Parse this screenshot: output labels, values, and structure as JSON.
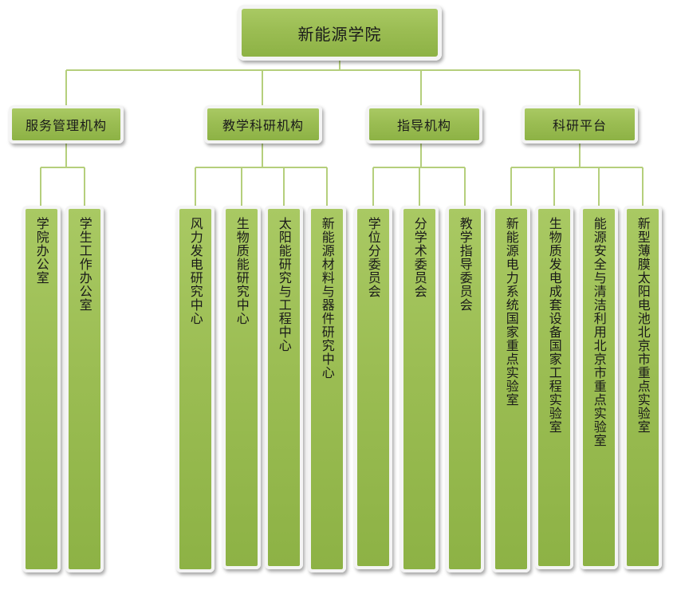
{
  "root": {
    "title": "新能源学院"
  },
  "categories": [
    {
      "label": "服务管理机构",
      "children": [
        "学院办公室",
        "学生工作办公室"
      ]
    },
    {
      "label": "教学科研机构",
      "children": [
        "风力发电研究中心",
        "生物质能研究中心",
        "太阳能研究与工程中心",
        "新能源材料与器件研究中心"
      ]
    },
    {
      "label": "指导机构",
      "children": [
        "学位分委员会",
        "分学术委员会",
        "教学指导委员会"
      ]
    },
    {
      "label": "科研平台",
      "children": [
        "新能源电力系统国家重点实验室",
        "生物质发电成套设备国家工程实验室",
        "能源安全与清洁利用北京市重点实验室",
        "新型薄膜太阳电池北京市重点实验室"
      ]
    }
  ],
  "colors": {
    "box_fill": "#9bbd53",
    "box_border": "#f4f4f4",
    "connector": "#b5cf7c"
  }
}
